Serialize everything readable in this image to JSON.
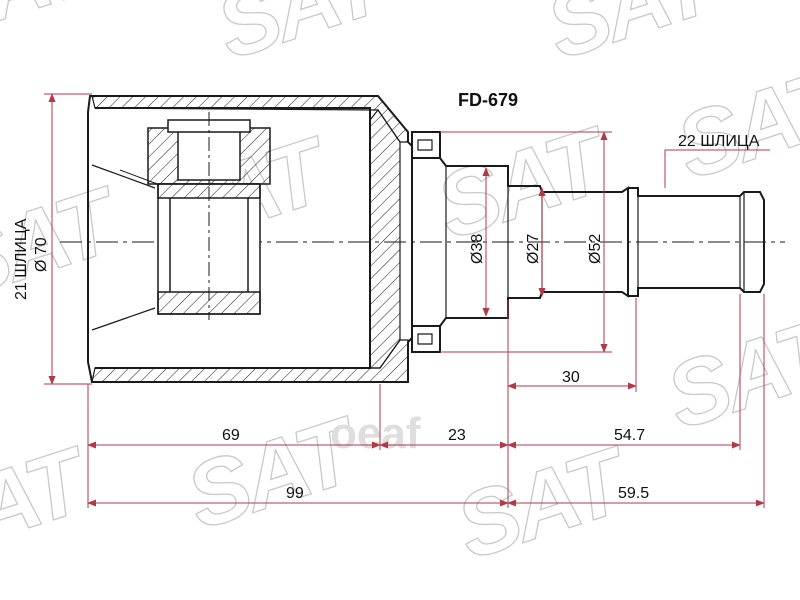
{
  "part_number": "FD-679",
  "watermark_text": "SAT",
  "watermark_text_secondary": "оеаf",
  "labels": {
    "left_splines": "21 ШЛИЦА",
    "outer_diameter": "Ø 70",
    "right_splines": "22 ШЛИЦА",
    "diameter_38": "Ø38",
    "diameter_27": "Ø27",
    "diameter_52": "Ø52"
  },
  "dimensions": {
    "len_69": "69",
    "len_23": "23",
    "len_54_7": "54.7",
    "len_30": "30",
    "len_99": "99",
    "len_59_5": "59.5"
  },
  "colors": {
    "line": "#1a1a1a",
    "dimension": "#b23a48",
    "watermark": "#c9c9c9",
    "background": "#ffffff"
  }
}
